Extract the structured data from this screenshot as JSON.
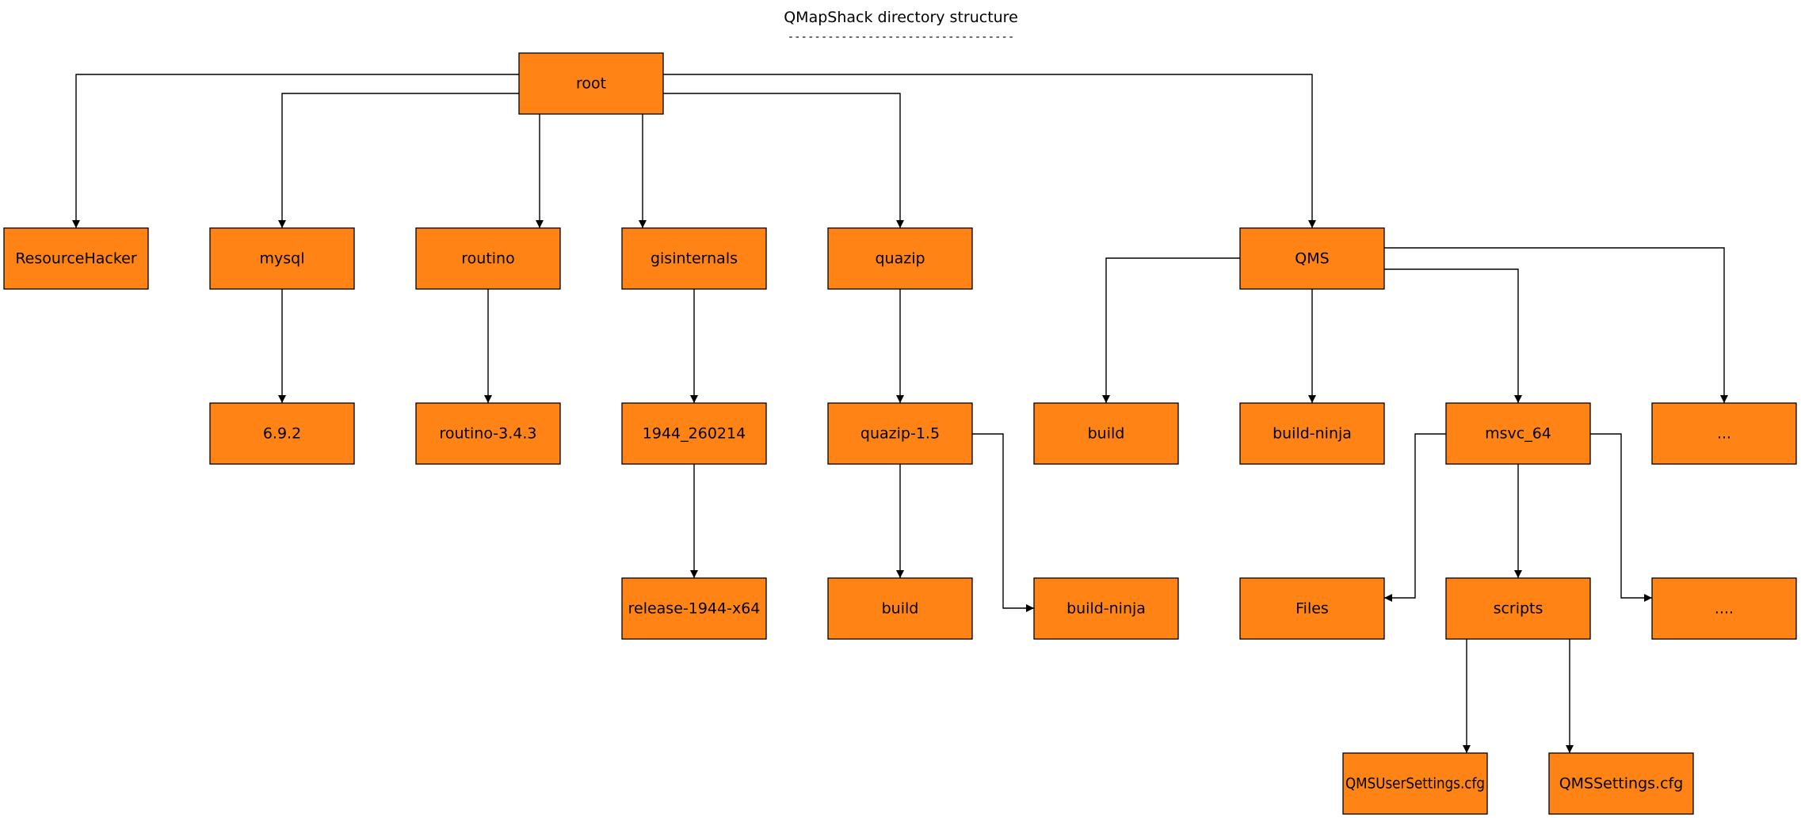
{
  "diagram": {
    "title": "QMapShack directory structure",
    "title_underline": "----------------------------------",
    "colors": {
      "node_fill": "#ff8315",
      "node_stroke": "#000000",
      "edge": "#000000",
      "background": "#ffffff"
    },
    "nodes": [
      {
        "id": "root",
        "label": "root"
      },
      {
        "id": "resourcehacker",
        "label": "ResourceHacker"
      },
      {
        "id": "mysql",
        "label": "mysql"
      },
      {
        "id": "routino",
        "label": "routino"
      },
      {
        "id": "gisinternals",
        "label": "gisinternals"
      },
      {
        "id": "quazip",
        "label": "quazip"
      },
      {
        "id": "qms",
        "label": "QMS"
      },
      {
        "id": "mysql-692",
        "label": "6.9.2"
      },
      {
        "id": "routino-343",
        "label": "routino-3.4.3"
      },
      {
        "id": "gis-1944",
        "label": "1944_260214"
      },
      {
        "id": "quazip-15",
        "label": "quazip-1.5"
      },
      {
        "id": "qms-build",
        "label": "build"
      },
      {
        "id": "qms-build-ninja",
        "label": "build-ninja"
      },
      {
        "id": "msvc64",
        "label": "msvc_64"
      },
      {
        "id": "qms-more",
        "label": "..."
      },
      {
        "id": "gis-release",
        "label": "release-1944-x64"
      },
      {
        "id": "quazip-build",
        "label": "build"
      },
      {
        "id": "quazip-build-ninja",
        "label": "build-ninja"
      },
      {
        "id": "msvc-files",
        "label": "Files"
      },
      {
        "id": "msvc-scripts",
        "label": "scripts"
      },
      {
        "id": "msvc-more",
        "label": "...."
      },
      {
        "id": "qmsusersettings",
        "label": "QMSUserSettings.cfg"
      },
      {
        "id": "qmssettings",
        "label": "QMSSettings.cfg"
      }
    ],
    "edges": [
      {
        "from": "root",
        "to": "resourcehacker"
      },
      {
        "from": "root",
        "to": "mysql"
      },
      {
        "from": "root",
        "to": "routino"
      },
      {
        "from": "root",
        "to": "gisinternals"
      },
      {
        "from": "root",
        "to": "quazip"
      },
      {
        "from": "root",
        "to": "qms"
      },
      {
        "from": "mysql",
        "to": "mysql-692"
      },
      {
        "from": "routino",
        "to": "routino-343"
      },
      {
        "from": "gisinternals",
        "to": "gis-1944"
      },
      {
        "from": "gis-1944",
        "to": "gis-release"
      },
      {
        "from": "quazip",
        "to": "quazip-15"
      },
      {
        "from": "quazip-15",
        "to": "quazip-build"
      },
      {
        "from": "quazip-15",
        "to": "quazip-build-ninja"
      },
      {
        "from": "qms",
        "to": "qms-build"
      },
      {
        "from": "qms",
        "to": "qms-build-ninja"
      },
      {
        "from": "qms",
        "to": "msvc64"
      },
      {
        "from": "qms",
        "to": "qms-more"
      },
      {
        "from": "msvc64",
        "to": "msvc-files"
      },
      {
        "from": "msvc64",
        "to": "msvc-scripts"
      },
      {
        "from": "msvc64",
        "to": "msvc-more"
      },
      {
        "from": "msvc-scripts",
        "to": "qmsusersettings"
      },
      {
        "from": "msvc-scripts",
        "to": "qmssettings"
      }
    ]
  }
}
